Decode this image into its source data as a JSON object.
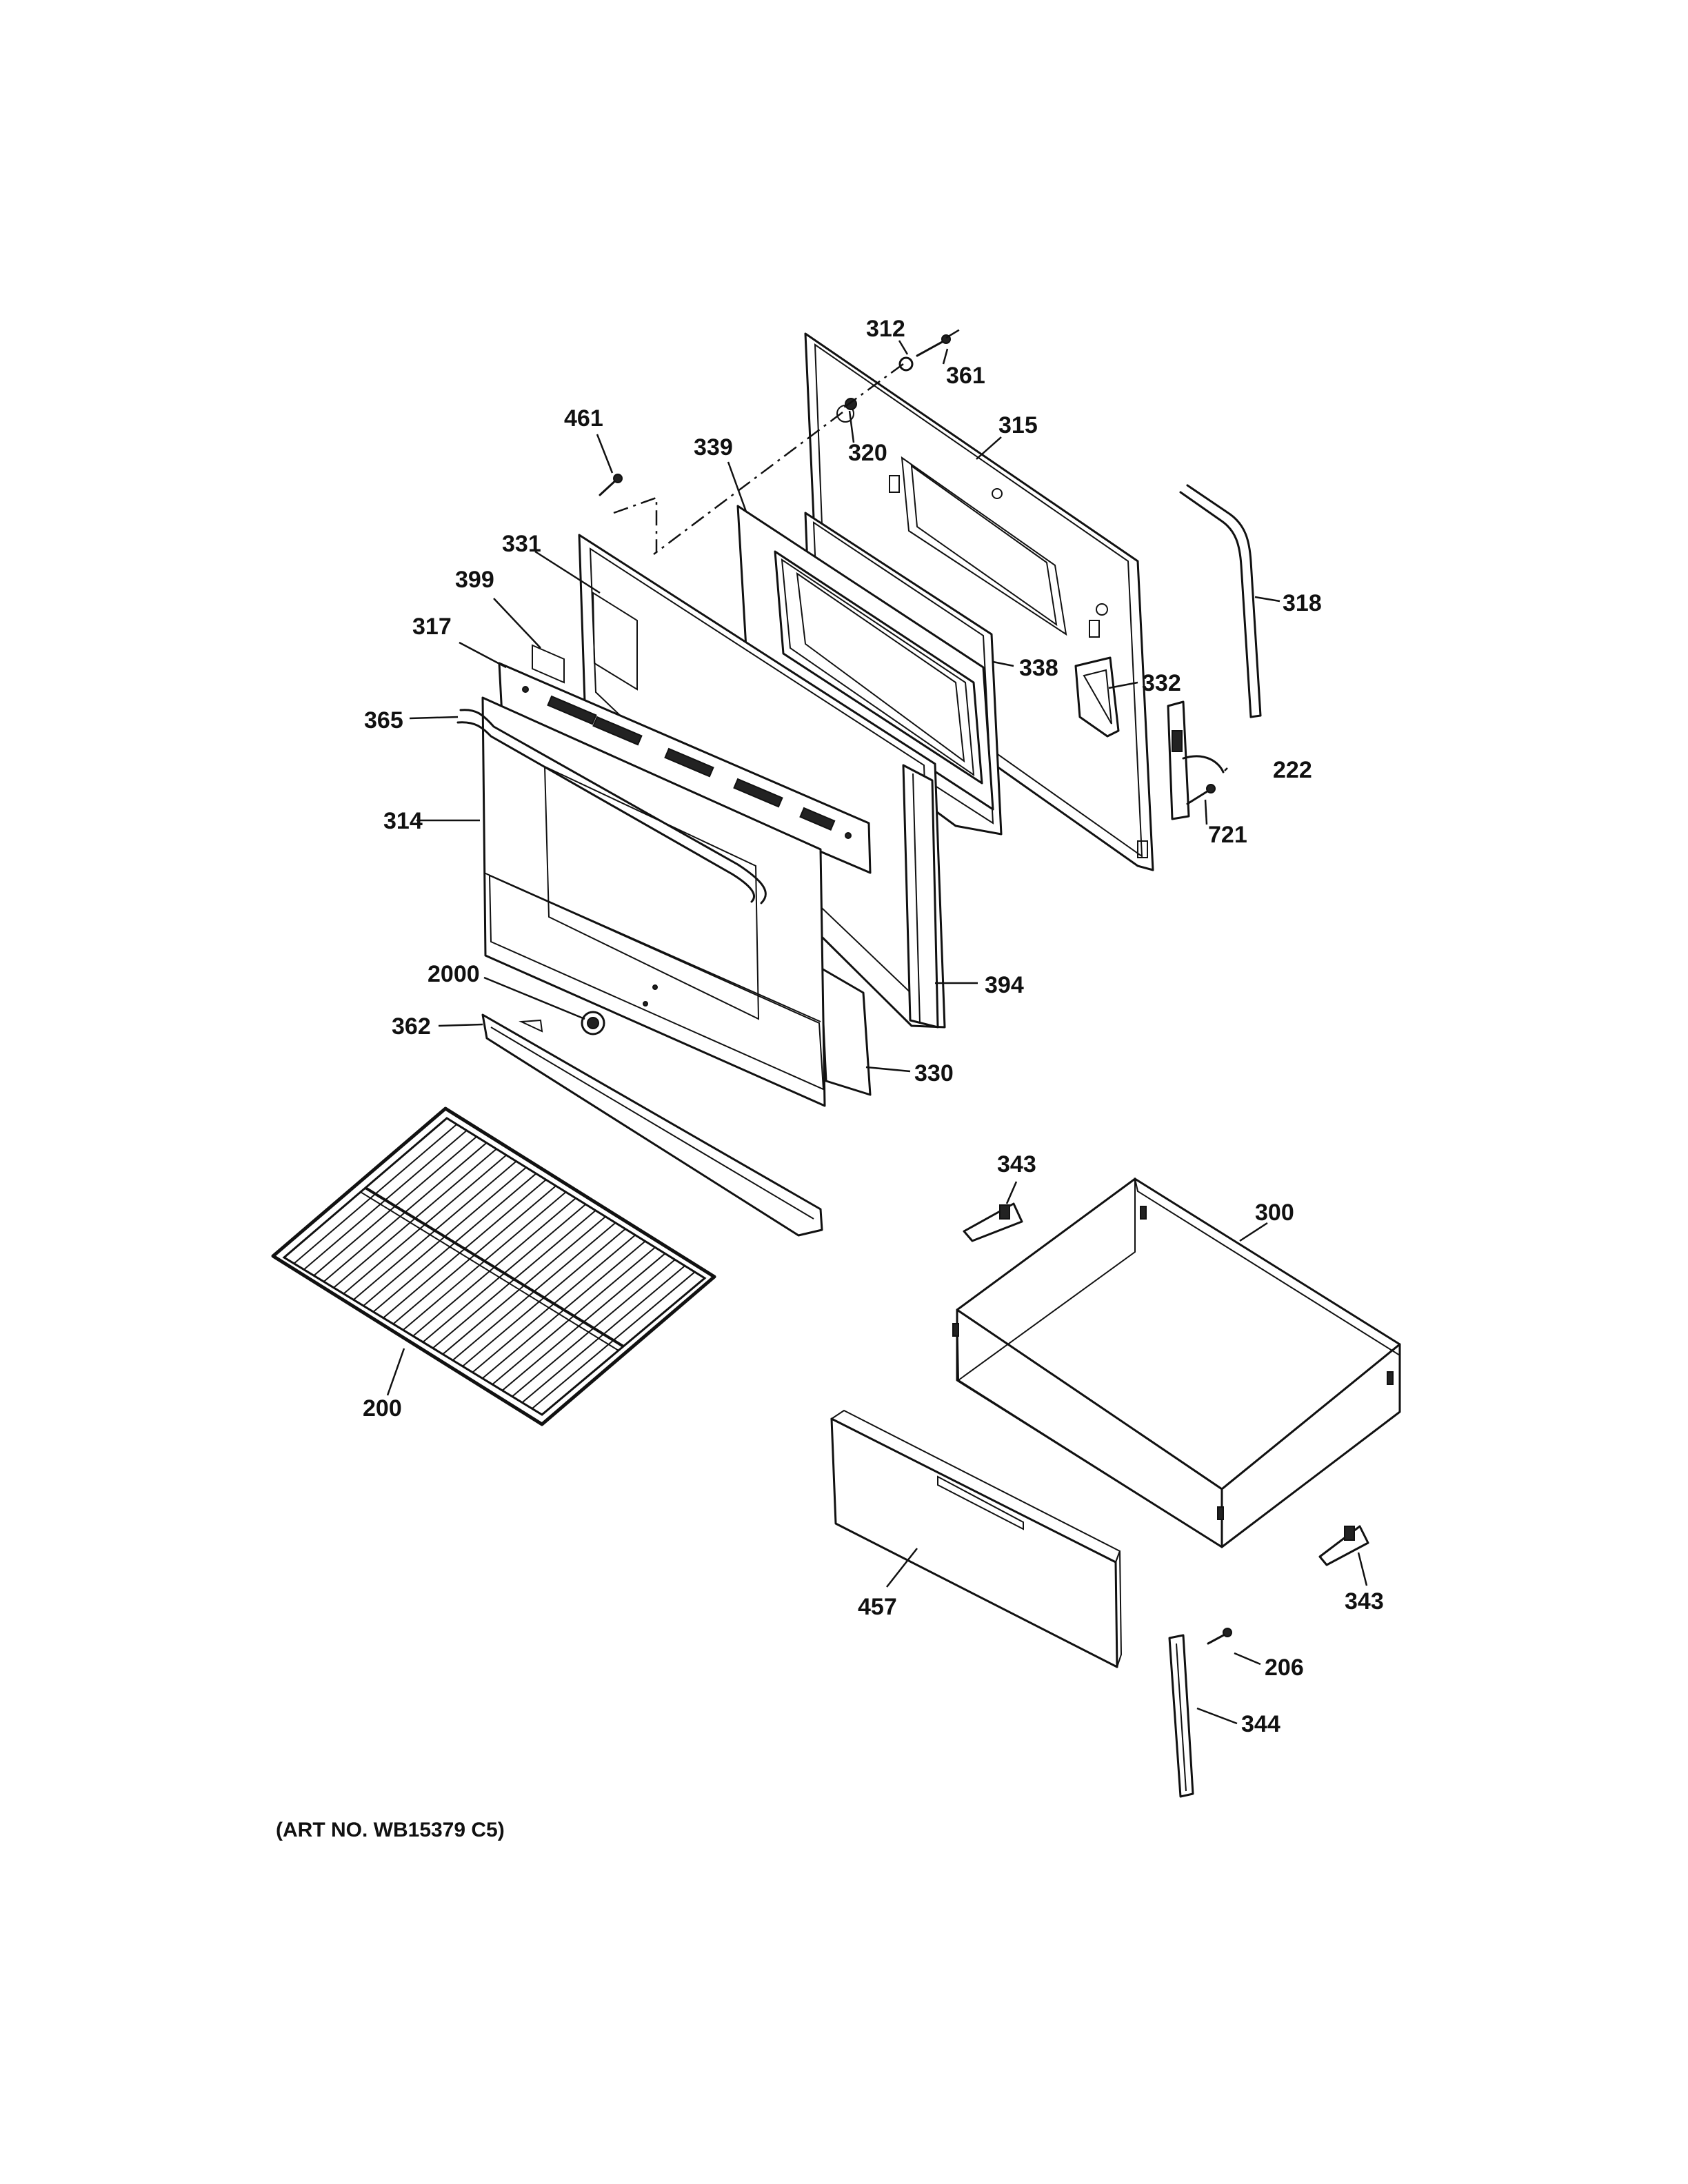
{
  "labels": {
    "p312": "312",
    "p361": "361",
    "p315": "315",
    "p320": "320",
    "p461": "461",
    "p339": "339",
    "p331": "331",
    "p399": "399",
    "p317": "317",
    "p318": "318",
    "p338": "338",
    "p332": "332",
    "p365": "365",
    "p222": "222",
    "p314": "314",
    "p721": "721",
    "p394": "394",
    "p2000": "2000",
    "p362": "362",
    "p330": "330",
    "p343a": "343",
    "p300": "300",
    "p200": "200",
    "p457": "457",
    "p343b": "343",
    "p206": "206",
    "p344": "344"
  },
  "art_number": "(ART NO. WB15379 C5)"
}
